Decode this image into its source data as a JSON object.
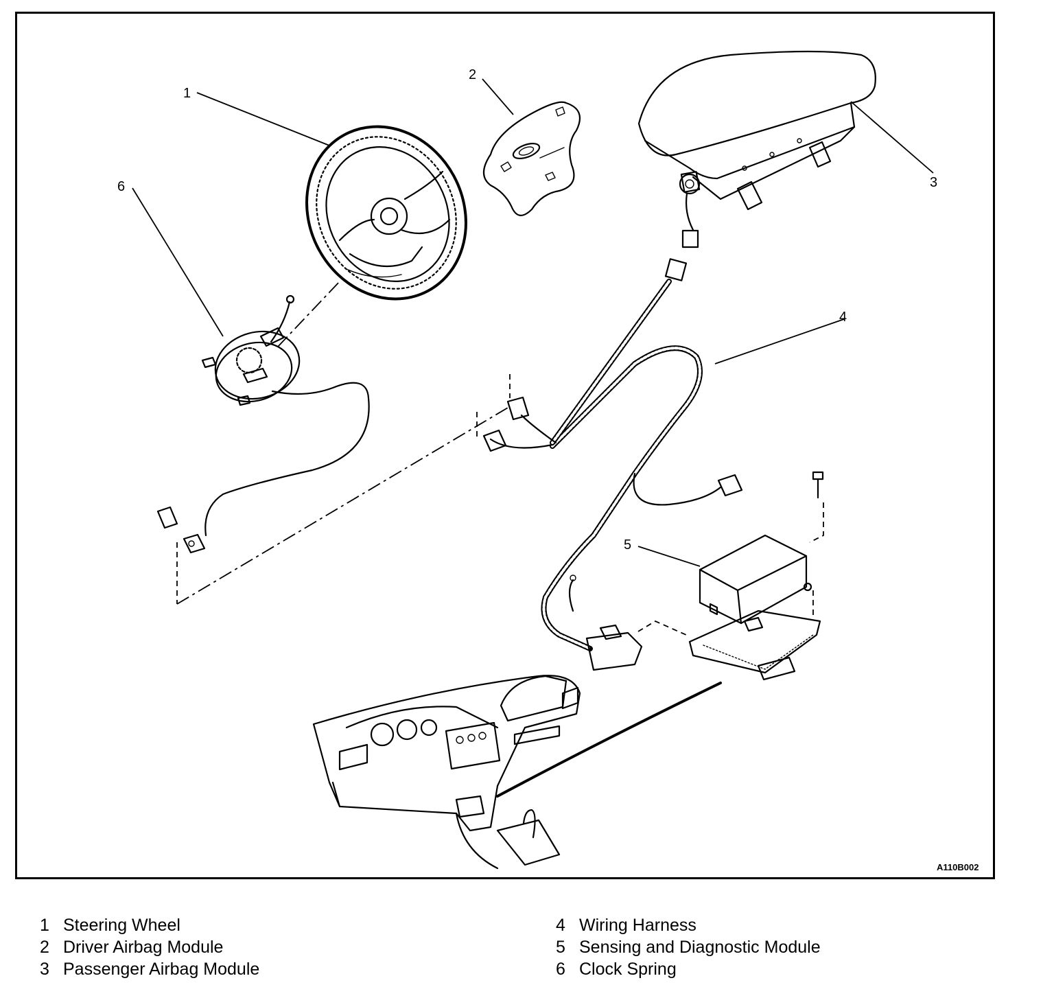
{
  "diagram": {
    "figure_id": "A110B002",
    "callouts": [
      {
        "number": "1",
        "label": "Steering Wheel"
      },
      {
        "number": "2",
        "label": "Driver Airbag Module"
      },
      {
        "number": "3",
        "label": "Passenger Airbag Module"
      },
      {
        "number": "4",
        "label": "Wiring Harness"
      },
      {
        "number": "5",
        "label": "Sensing and Diagnostic Module"
      },
      {
        "number": "6",
        "label": "Clock Spring"
      }
    ]
  },
  "legend": {
    "left": [
      {
        "number": "1",
        "label": "Steering Wheel"
      },
      {
        "number": "2",
        "label": "Driver Airbag Module"
      },
      {
        "number": "3",
        "label": "Passenger Airbag Module"
      }
    ],
    "right": [
      {
        "number": "4",
        "label": "Wiring Harness"
      },
      {
        "number": "5",
        "label": "Sensing and Diagnostic Module"
      },
      {
        "number": "6",
        "label": "Clock Spring"
      }
    ]
  }
}
